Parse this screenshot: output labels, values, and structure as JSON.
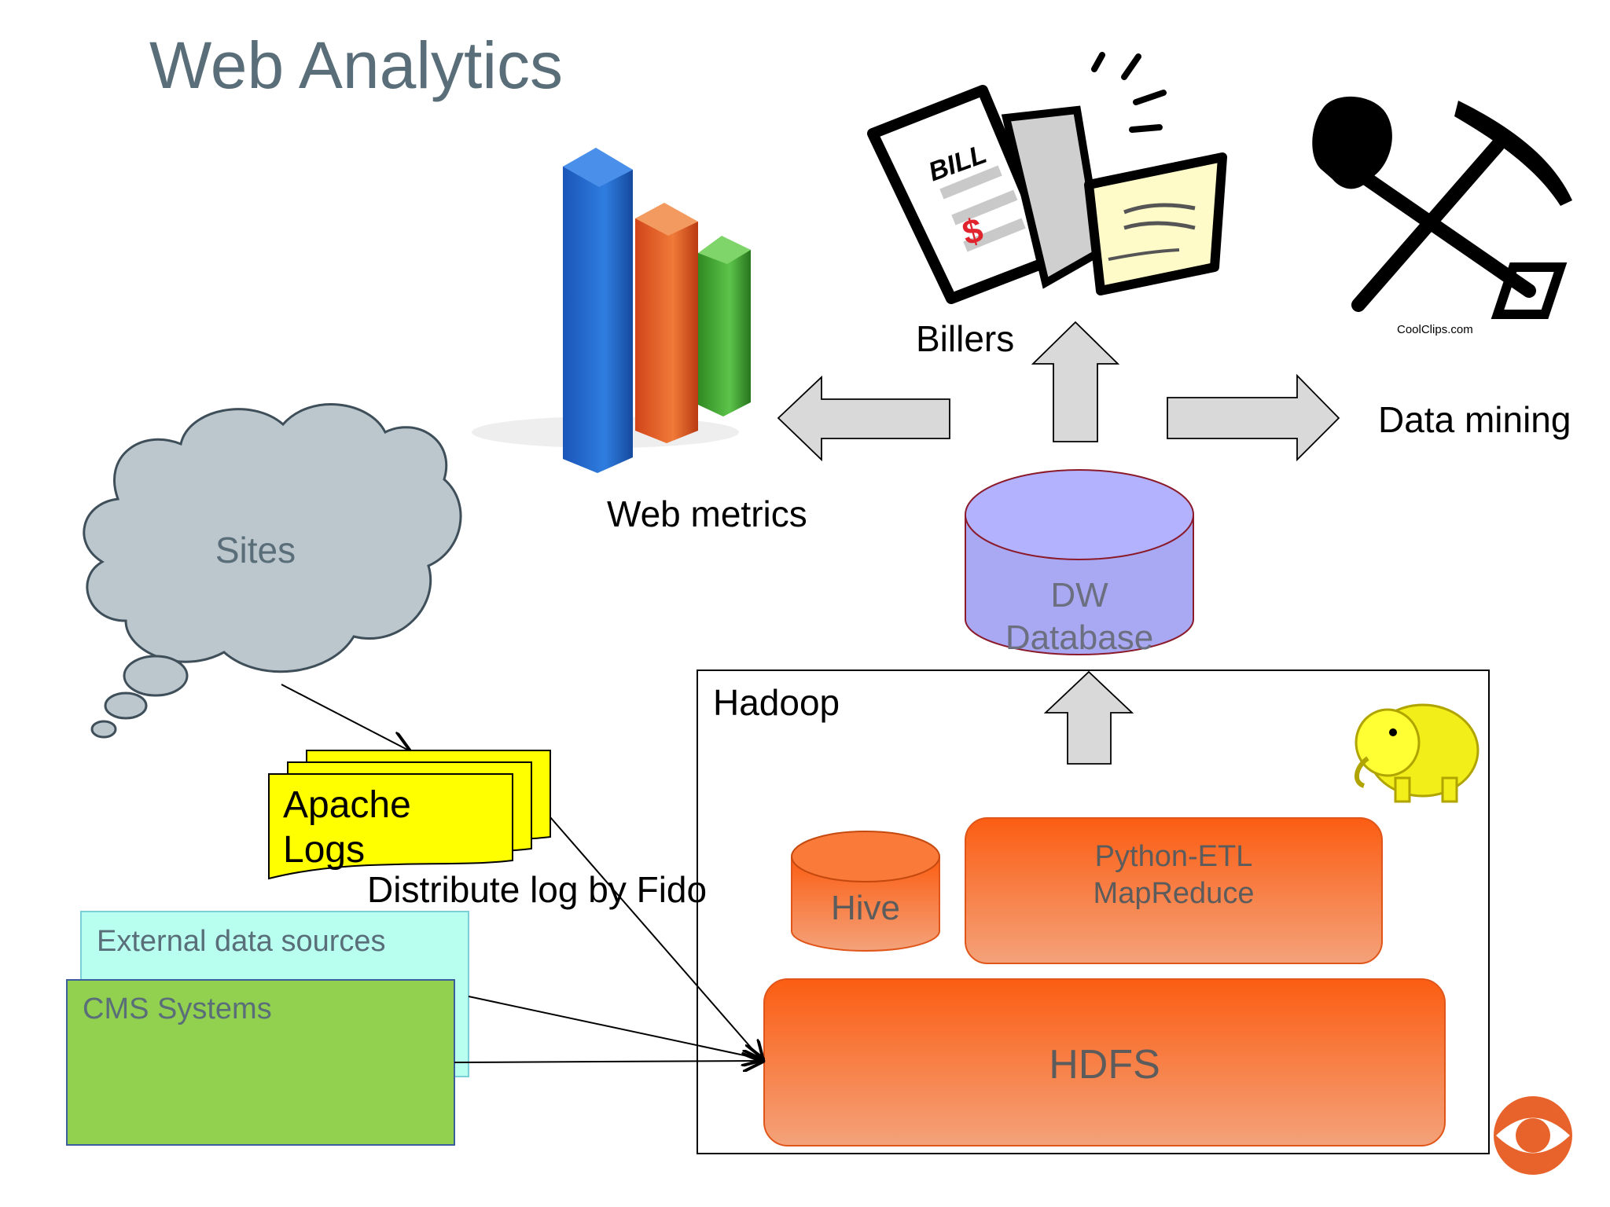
{
  "title": "Web Analytics",
  "labels": {
    "billers": "Billers",
    "data_mining": "Data mining",
    "web_metrics": "Web metrics",
    "sites": "Sites",
    "dw_line1": "DW",
    "dw_line2": "Database",
    "hadoop": "Hadoop",
    "apache_line1": "Apache",
    "apache_line2": "Logs",
    "distribute": "Distribute log by Fido",
    "external": "External data sources",
    "cms": "CMS Systems",
    "hive": "Hive",
    "etl_line1": "Python-ETL",
    "etl_line2": "MapReduce",
    "hdfs": "HDFS",
    "bill_word": "BILL",
    "coolclips": "CoolClips.com"
  },
  "colors": {
    "title": "#5a6e79",
    "cloud_fill": "#bcc6cd",
    "cloud_stroke": "#3f4f5a",
    "dw_fill": "#a9a8f2",
    "dw_stroke": "#8b1a2a",
    "orange": "#f9691f",
    "orange_light": "#f4a27a",
    "yellow": "#ffff00",
    "cyan": "#b8fff0",
    "green": "#92d050",
    "arrow_fill": "#d9d9d9",
    "bar_blue": "#1f5fc2",
    "bar_orange": "#e8581f",
    "bar_green": "#3a9c2a"
  },
  "icons": [
    "bar-chart-illustration-icon",
    "bill-document-icon",
    "shovel-pickaxe-icon",
    "hadoop-elephant-icon",
    "eye-logo-icon"
  ]
}
